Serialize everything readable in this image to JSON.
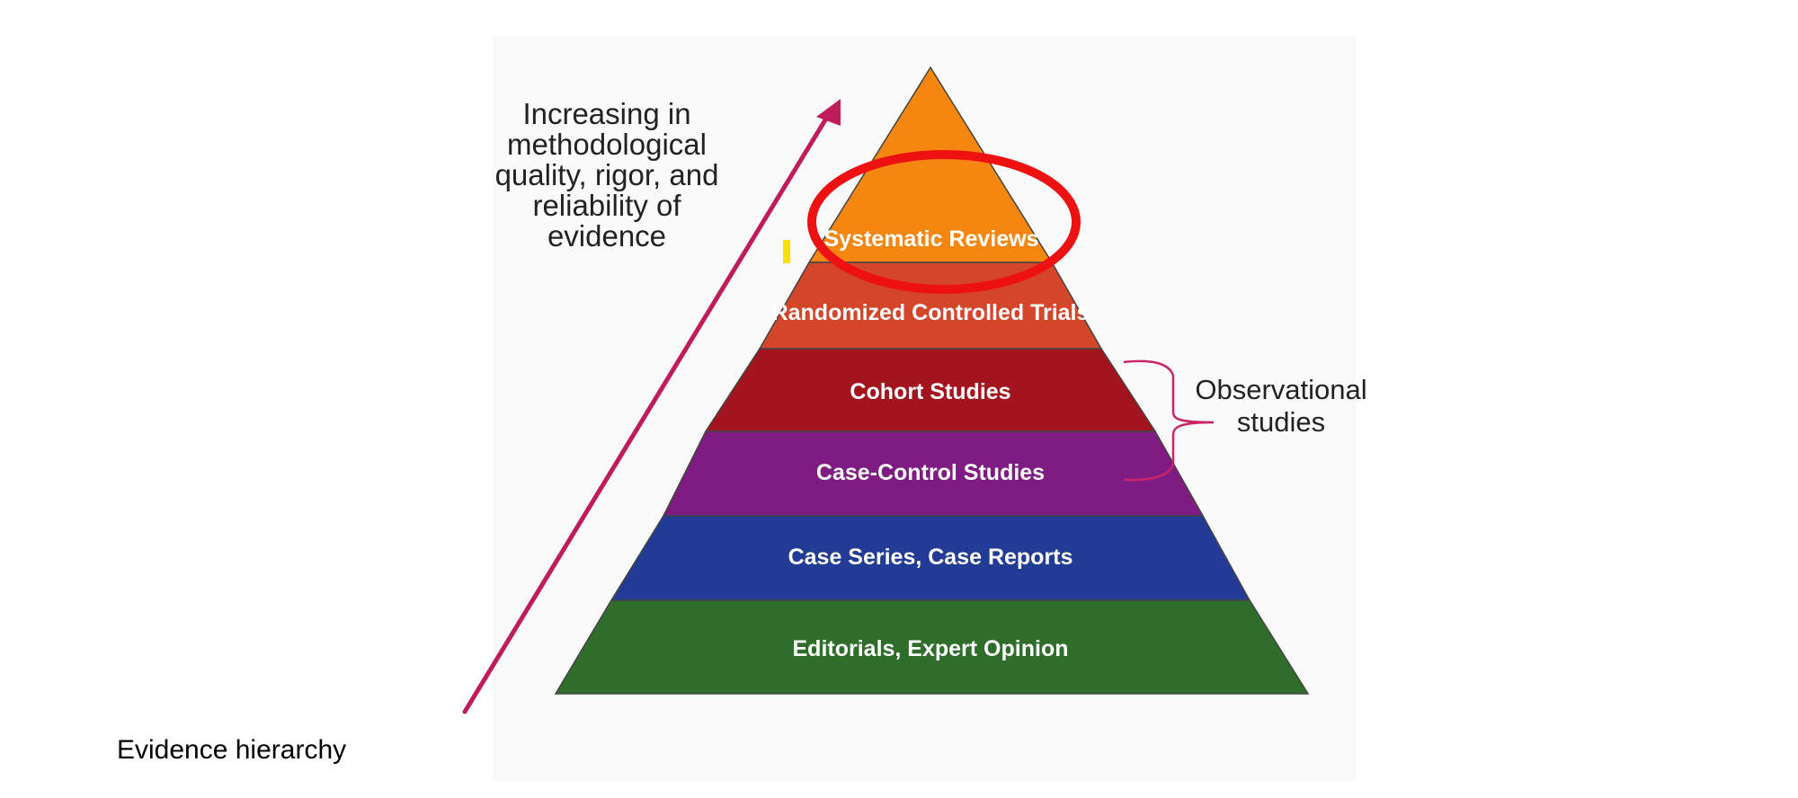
{
  "diagram": {
    "tiers": [
      {
        "label": "Systematic Reviews",
        "color": "#f5860f"
      },
      {
        "label": "Randomized Controlled Trials",
        "color": "#d4462a"
      },
      {
        "label": "Cohort Studies",
        "color": "#a3141e"
      },
      {
        "label": "Case-Control Studies",
        "color": "#7e1c82"
      },
      {
        "label": "Case Series, Case Reports",
        "color": "#223c96"
      },
      {
        "label": "Editorials, Expert Opinion",
        "color": "#2e6e2a"
      }
    ],
    "rigor_arrow": {
      "lines": [
        "Increasing in",
        "methodological",
        "quality, rigor, and",
        "reliability of",
        "evidence"
      ],
      "color": "#c01c5c"
    },
    "observational": {
      "lines": [
        "Observational",
        "studies"
      ],
      "brace_color": "#c8246a"
    },
    "highlight": {
      "circle_color": "#ee1111",
      "marker_color": "#ffe000"
    }
  },
  "caption": "Evidence hierarchy"
}
